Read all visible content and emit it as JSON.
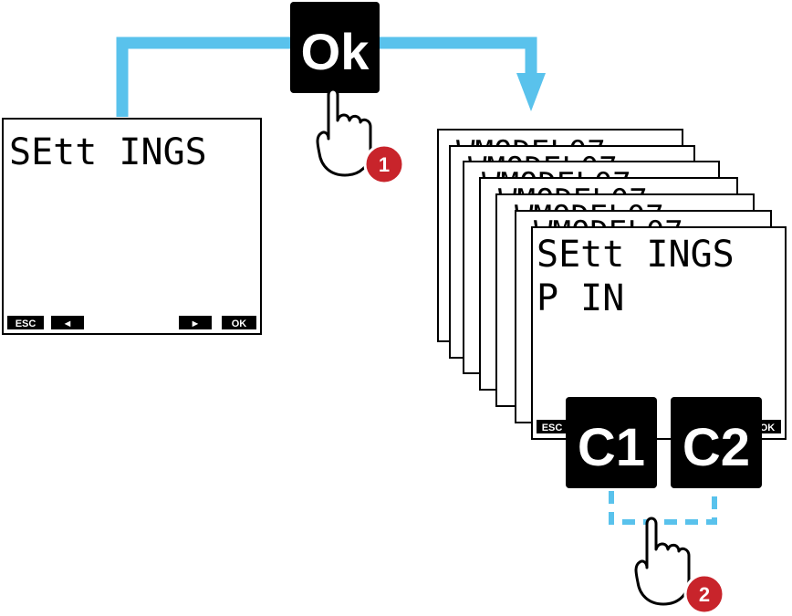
{
  "colors": {
    "flow": "#59c2ec",
    "badge": "#c8242b",
    "key": "#000000"
  },
  "ok_key": {
    "label": "Ok"
  },
  "step_badges": [
    "1",
    "2"
  ],
  "main_display": {
    "title": "SEtt INGS",
    "softkeys": [
      "ESC",
      "◄",
      "►",
      "OK"
    ]
  },
  "stack_display": {
    "back_title": "WMODEL07",
    "front_title": "SEtt INGS",
    "front_subtitle": "P IN",
    "softkeys_visible": [
      "ESC",
      "OK"
    ]
  },
  "c_keys": [
    {
      "label": "C1"
    },
    {
      "label": "C2"
    }
  ]
}
